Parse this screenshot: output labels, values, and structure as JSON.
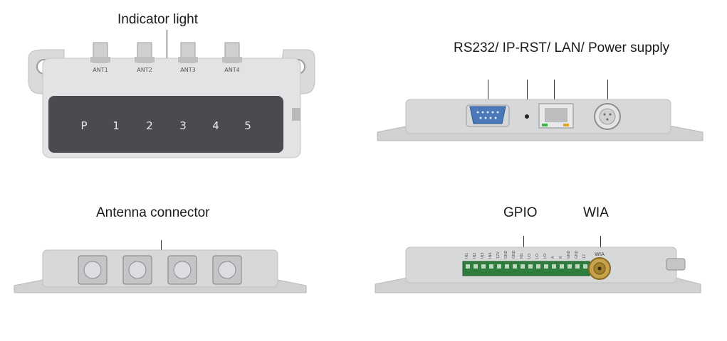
{
  "labels": {
    "indicator_light": "Indicator light",
    "rear_ports": "RS232/  IP-RST/ LAN/  Power supply",
    "antenna_connector": "Antenna connector",
    "gpio": "GPIO",
    "wia": "WIA"
  },
  "top_view": {
    "antenna_ports": [
      "ANT1",
      "ANT2",
      "ANT3",
      "ANT4"
    ],
    "indicators": [
      "P",
      "1",
      "2",
      "3",
      "4",
      "5"
    ]
  },
  "gpio_view": {
    "pin_labels": [
      "IN1",
      "IN2",
      "IN3",
      "IN4",
      "12V",
      "GND",
      "GND",
      "NG",
      "I/O",
      "I/O",
      "I/O",
      "A",
      "B",
      "GND",
      "GND",
      "12"
    ],
    "wia_label": "WIA"
  },
  "colors": {
    "body": "#d4d5d7",
    "panel": "#4a4b4e",
    "db9": "#4a78b8",
    "terminal": "#2f7d3c",
    "coax": "#c8a24a"
  }
}
